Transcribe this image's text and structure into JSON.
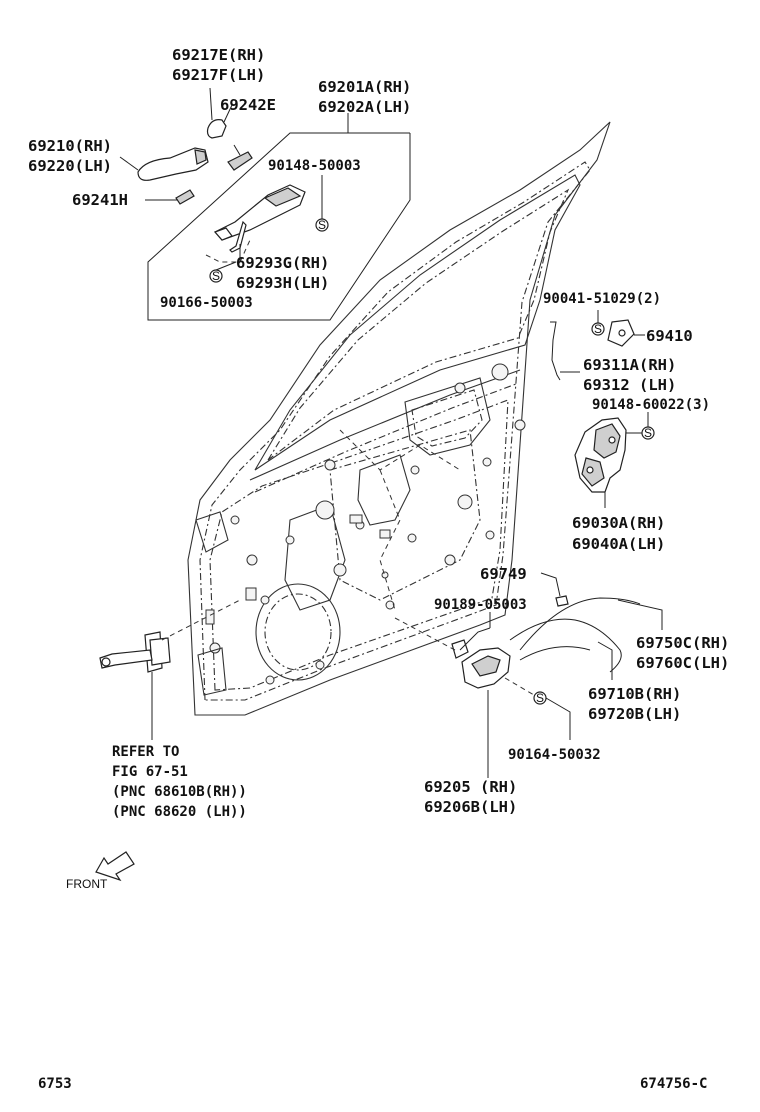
{
  "labels": {
    "p69217e": "69217E(RH)",
    "p69217f": "69217F(LH)",
    "p69201a": "69201A(RH)",
    "p69202a": "69202A(LH)",
    "p69242e": "69242E",
    "p69210": "69210(RH)",
    "p69220": "69220(LH)",
    "p90148_50003": "90148-50003",
    "p69241h": "69241H",
    "p69293g": "69293G(RH)",
    "p69293h": "69293H(LH)",
    "p90166_50003": "90166-50003",
    "p90041_51029": "90041-51029(2)",
    "p69410": "69410",
    "p69311a": "69311A(RH)",
    "p69312": "69312 (LH)",
    "p90148_60022": "90148-60022(3)",
    "p69030a": "69030A(RH)",
    "p69040a": "69040A(LH)",
    "p69749": "69749",
    "p90189_05003": "90189-05003",
    "p69750c": "69750C(RH)",
    "p69760c": "69760C(LH)",
    "p69710b": "69710B(RH)",
    "p69720b": "69720B(LH)",
    "p90164_50032": "90164-50032",
    "p69205": "69205 (RH)",
    "p69206b": "69206B(LH)",
    "refer1": "REFER TO",
    "refer2": "FIG 67-51",
    "refer3": "(PNC 68610B(RH))",
    "refer4": "(PNC 68620 (LH))",
    "front": "FRONT",
    "s_mark": "S"
  },
  "footer": {
    "page_number": "6753",
    "figure_id": "674756-C"
  }
}
